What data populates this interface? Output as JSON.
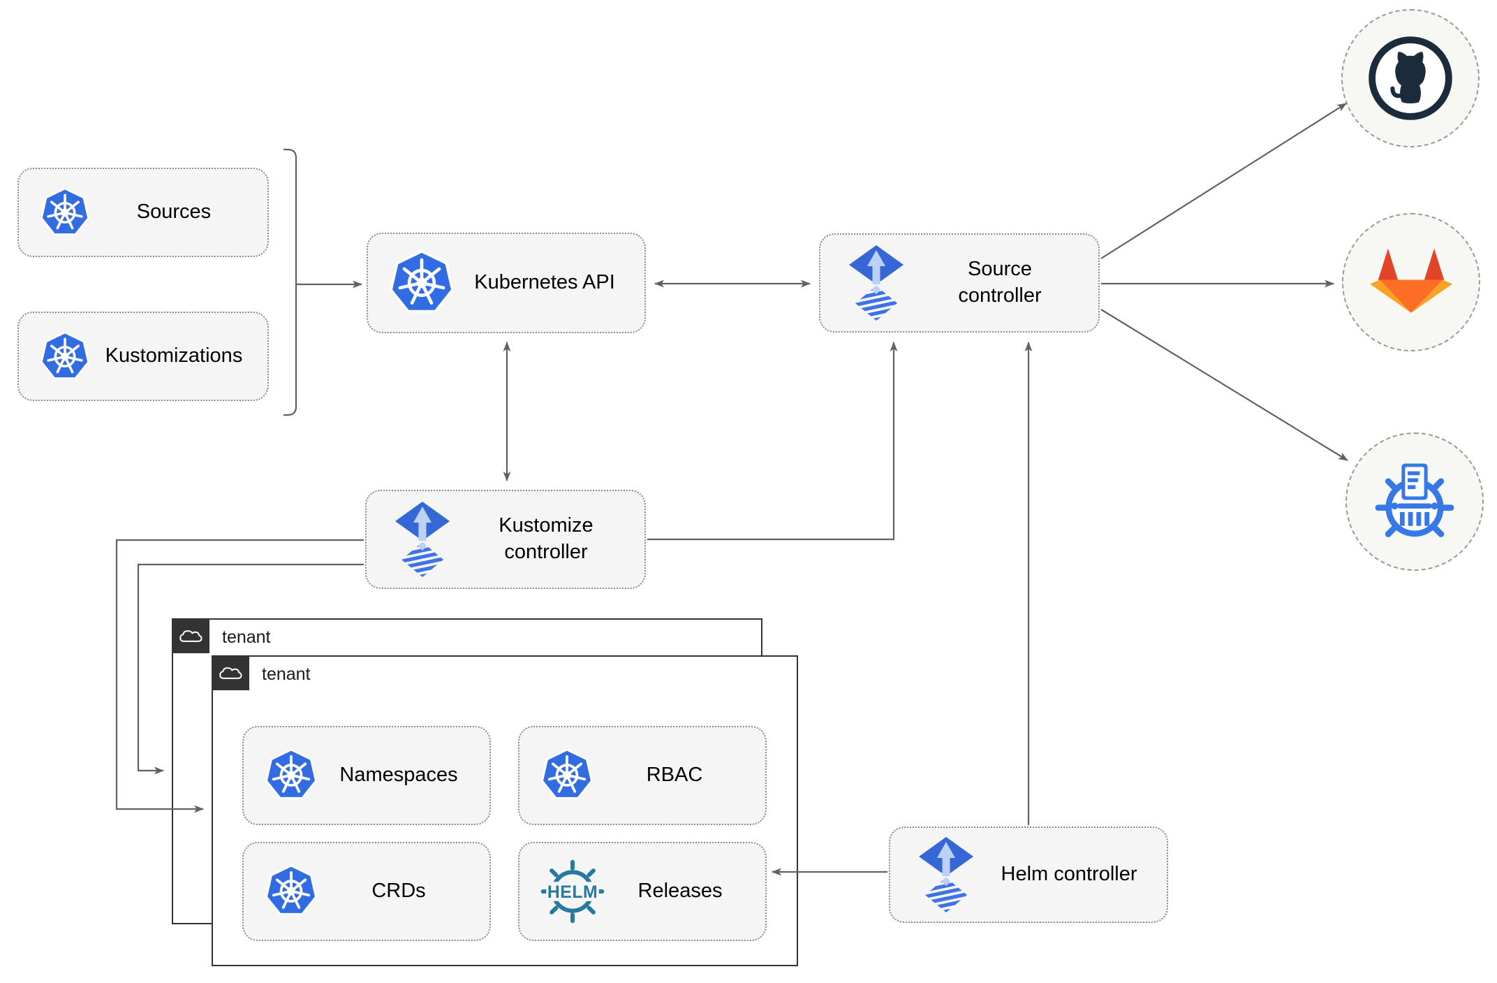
{
  "nodes": {
    "sources": {
      "label": "Sources",
      "icon": "kubernetes"
    },
    "kustomizations": {
      "label": "Kustomizations",
      "icon": "kubernetes"
    },
    "kubernetes_api": {
      "label": "Kubernetes API",
      "icon": "kubernetes"
    },
    "source_controller": {
      "label": "Source controller",
      "icon": "flux"
    },
    "kustomize_controller": {
      "label": "Kustomize controller",
      "icon": "flux"
    },
    "helm_controller": {
      "label": "Helm controller",
      "icon": "flux"
    },
    "namespaces": {
      "label": "Namespaces",
      "icon": "kubernetes"
    },
    "rbac": {
      "label": "RBAC",
      "icon": "kubernetes"
    },
    "crds": {
      "label": "CRDs",
      "icon": "kubernetes"
    },
    "releases": {
      "label": "Releases",
      "icon": "helm"
    }
  },
  "tenants": {
    "back": {
      "label": "tenant",
      "icon": "cloud"
    },
    "front": {
      "label": "tenant",
      "icon": "cloud"
    }
  },
  "endpoints": {
    "github": {
      "icon": "github-logo"
    },
    "gitlab": {
      "icon": "gitlab-logo"
    },
    "helm_repository": {
      "icon": "chartmuseum-logo"
    }
  },
  "icons": {
    "helm_text": "HELM"
  },
  "colors": {
    "kubernetes_blue": "#326CE5",
    "flux_blue": "#3667D6",
    "flux_light_blue": "#BDD0F6",
    "helm_teal": "#277A9F",
    "github_dark": "#1B2B3C",
    "gitlab_red": "#E24329",
    "gitlab_orange": "#FC6D26",
    "gitlab_yellow": "#FCA326",
    "chartmuseum_blue": "#3778E8",
    "line_gray": "#616161",
    "node_fill": "#F5F5F5",
    "tenant_header": "#333333"
  }
}
